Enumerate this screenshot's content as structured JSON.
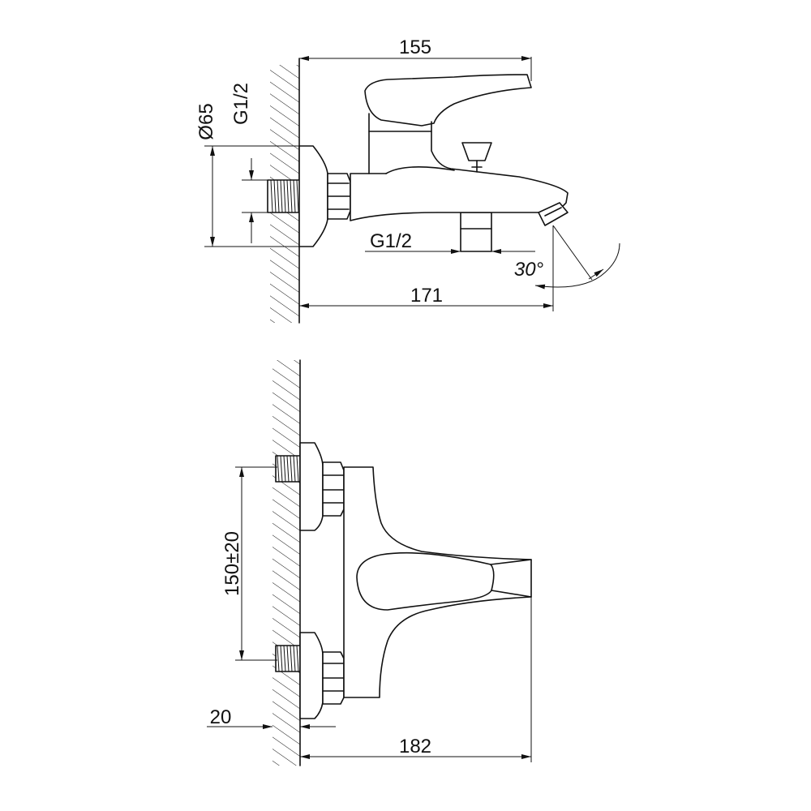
{
  "dimensions": {
    "top_width": "155",
    "wall_diameter": "Ø65",
    "wall_thread": "G1/2",
    "outlet_thread": "G1/2",
    "spout_angle": "30°",
    "spout_reach": "171",
    "inlet_spacing": "150±20",
    "wall_offset": "20",
    "bottom_width": "182"
  },
  "colors": {
    "line": "#111111",
    "background": "#ffffff"
  }
}
